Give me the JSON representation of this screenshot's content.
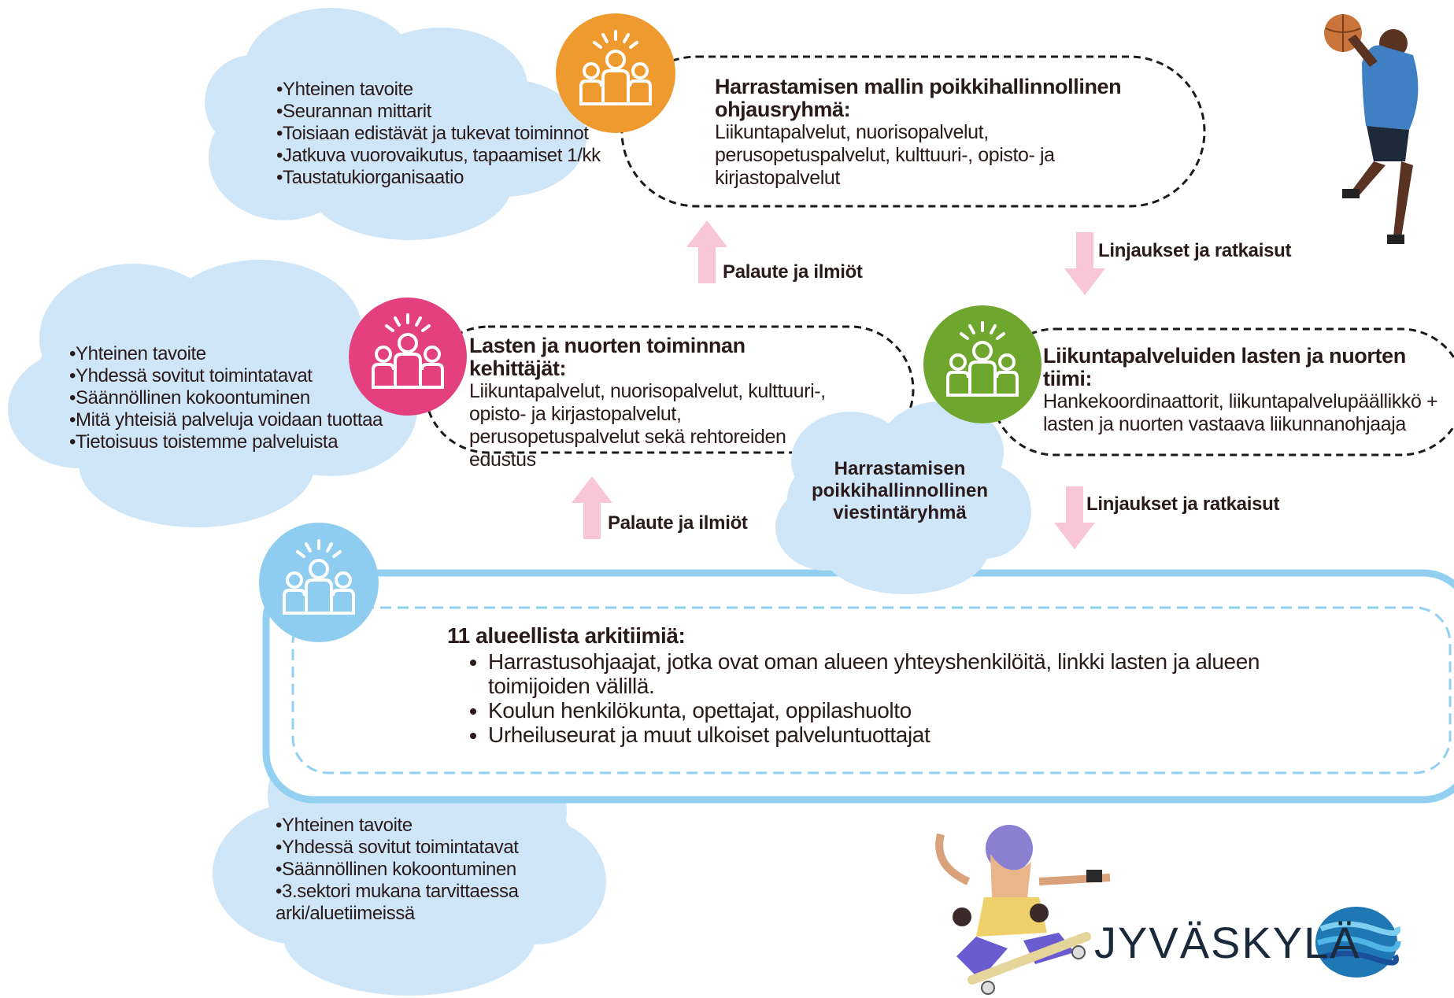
{
  "clouds": {
    "top": [
      "Yhteinen tavoite",
      "Seurannan mittarit",
      "Toisiaan edistävät ja tukevat toiminnot",
      "Jatkuva vuorovaikutus, tapaamiset 1/kk",
      "Taustatukiorganisaatio"
    ],
    "middle": [
      "Yhteinen tavoite",
      "Yhdessä sovitut toimintatavat",
      "Säännöllinen kokoontuminen",
      "Mitä yhteisiä palveluja voidaan tuottaa",
      "Tietoisuus toistemme palveluista"
    ],
    "bottom": [
      "Yhteinen tavoite",
      "Yhdessä sovitut toimintatavat",
      "Säännöllinen kokoontuminen",
      "3.sektori mukana tarvittaessa arki/aluetiimeissä"
    ],
    "center_label": "Harrastamisen poikkihallinnollinen viestintäryhmä"
  },
  "boxes": {
    "steering": {
      "title": "Harrastamisen mallin poikkihallinnollinen ohjausryhmä:",
      "body": "Liikuntapalvelut, nuorisopalvelut, perusopetuspalvelut, kulttuuri-, opisto- ja kirjastopalvelut"
    },
    "developers": {
      "title": "Lasten ja nuorten toiminnan kehittäjät:",
      "body": "Liikuntapalvelut, nuorisopalvelut, kulttuuri-, opisto- ja kirjastopalvelut, perusopetuspalvelut sekä rehtoreiden edustus"
    },
    "sports_team": {
      "title": "Liikuntapalveluiden lasten ja nuorten tiimi:",
      "body": "Hankekoordinaattorit, liikuntapalvelupäällikkö + lasten ja nuorten vastaava liikunnanohjaaja"
    },
    "regional": {
      "title": "11 alueellista arkitiimiä:",
      "items": [
        "Harrastusohjaajat, jotka ovat oman alueen yhteyshenkilöitä, linkki lasten ja alueen toimijoiden välillä.",
        "Koulun henkilökunta, opettajat, oppilashuolto",
        "Urheiluseurat ja muut ulkoiset palveluntuottajat"
      ]
    }
  },
  "arrows": {
    "feedback_1": "Palaute ja ilmiöt",
    "feedback_2": "Palaute ja ilmiöt",
    "policies_1": "Linjaukset ja ratkaisut",
    "policies_2": "Linjaukset ja ratkaisut"
  },
  "logo": {
    "text": "JYVÄSKYLÄ"
  },
  "icons": [
    "team-icon",
    "team-icon",
    "team-icon",
    "team-icon",
    "arrow-up-icon",
    "arrow-down-icon",
    "basketball-player-illustration",
    "skateboarder-illustration",
    "jyvaskyla-wave-logo"
  ],
  "colors": {
    "cloud": "#cfe6f8",
    "orange": "#ef9a2f",
    "magenta": "#e4407f",
    "green": "#6ea62e",
    "lightblue": "#8ecdf0",
    "arrow": "#f8c6d6",
    "frame": "#92d0f2"
  }
}
